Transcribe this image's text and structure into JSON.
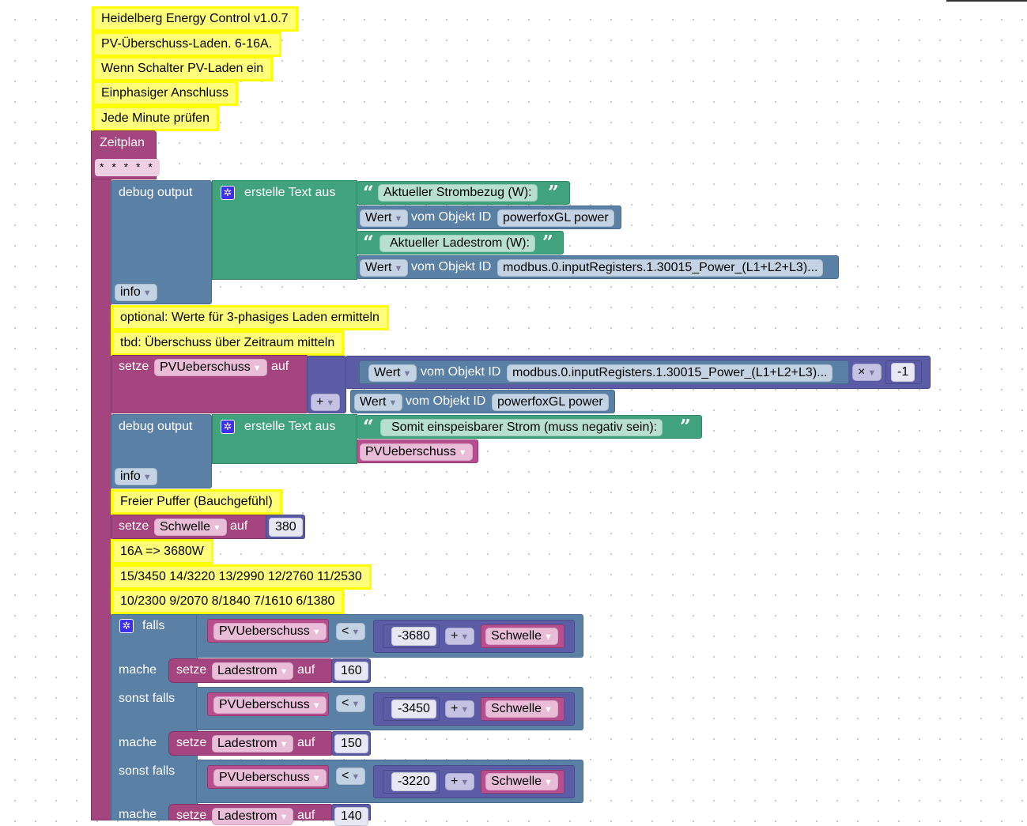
{
  "comments": {
    "c1": "Heidelberg Energy Control v1.0.7",
    "c2": "PV-Überschuss-Laden. 6-16A.",
    "c3": "Wenn Schalter PV-Laden ein",
    "c4": "Einphasiger Anschluss",
    "c5": "Jede Minute prüfen",
    "c6": "optional: Werte für 3-phasiges Laden ermitteln",
    "c7": "tbd: Überschuss über Zeitraum mitteln",
    "c8": "Freier Puffer (Bauchgefühl)",
    "c9": "16A  => 3680W",
    "c10": "15/3450  14/3220 13/2990  12/2760  11/2530",
    "c11": "10/2300  9/2070  8/1840  7/1610  6/1380"
  },
  "schedule": {
    "label": "Zeitplan",
    "cron": "* * * * *"
  },
  "debug1": {
    "label": "debug output",
    "text_label": "erstelle Text aus",
    "level": "info",
    "s1": "Aktueller Strombezug (W):",
    "s2": "Aktueller Ladestrom (W):",
    "wert": "Wert",
    "vom": "vom Objekt ID",
    "obj1": "powerfoxGL power",
    "obj2": "modbus.0.inputRegisters.1.30015_Power_(L1+L2+L3)..."
  },
  "setze1": {
    "setze": "setze",
    "var": "PVUeberschuss",
    "auf": "auf",
    "wert": "Wert",
    "vom": "vom Objekt ID",
    "obj1": "modbus.0.inputRegisters.1.30015_Power_(L1+L2+L3)...",
    "mult_op": "×",
    "mult_val": "-1",
    "plus_op": "+",
    "obj2": "powerfoxGL power"
  },
  "debug2": {
    "label": "debug output",
    "text_label": "erstelle Text aus",
    "level": "info",
    "s1": "Somit einspeisbarer Strom (muss negativ sein):",
    "var": "PVUeberschuss"
  },
  "setze2": {
    "setze": "setze",
    "var": "Schwelle",
    "auf": "auf",
    "value": "380"
  },
  "ifblock": {
    "falls": "falls",
    "sonst_falls": "sonst falls",
    "mache": "mache",
    "var": "PVUeberschuss",
    "op": "<",
    "plus": "+",
    "schwelle": "Schwelle",
    "setze": "setze",
    "ladestrom": "Ladestrom",
    "auf": "auf",
    "branches": [
      {
        "threshold": "-3680",
        "value": "160"
      },
      {
        "threshold": "-3450",
        "value": "150"
      },
      {
        "threshold": "-3220",
        "value": "140"
      }
    ]
  },
  "colors": {
    "comment_bg": "#ffff7a",
    "comment_border": "#ffff00",
    "event_block": "#a5457f",
    "system_block": "#5b80a5",
    "text_block": "#41a27e",
    "math_block": "#5c5ba6"
  }
}
